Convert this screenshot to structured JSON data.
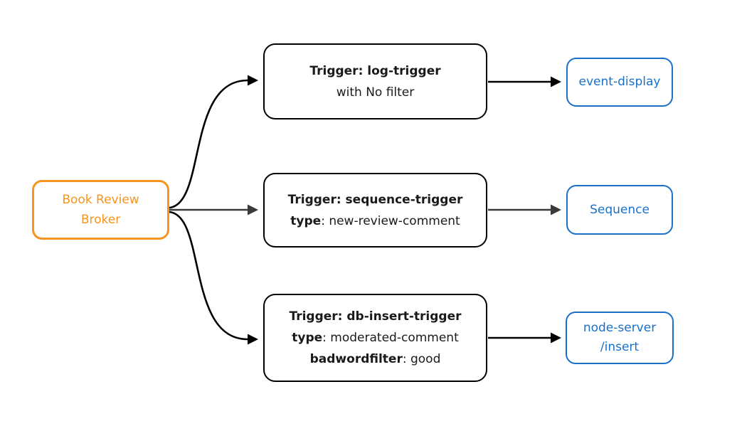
{
  "diagram": {
    "broker": {
      "lines": [
        "Book Review",
        "Broker"
      ]
    },
    "triggers": [
      {
        "heading": "Trigger: log-trigger",
        "rows": [
          {
            "bold": "",
            "text": "with No filter"
          }
        ]
      },
      {
        "heading": "Trigger: sequence-trigger",
        "rows": [
          {
            "bold": "type",
            "text": ": new-review-comment"
          }
        ]
      },
      {
        "heading": "Trigger: db-insert-trigger",
        "rows": [
          {
            "bold": "type",
            "text": ": moderated-comment"
          },
          {
            "bold": "badwordfilter",
            "text": ": good"
          }
        ]
      }
    ],
    "sinks": [
      {
        "lines": [
          "event-display"
        ]
      },
      {
        "lines": [
          "Sequence"
        ]
      },
      {
        "lines": [
          "node-server",
          "/insert"
        ]
      }
    ]
  },
  "colors": {
    "broker_accent": "#f7941e",
    "sink_accent": "#1a70c8",
    "edge_primary": "#000000",
    "edge_secondary": "#3a3a3a",
    "text": "#1a1a1a",
    "background": "#ffffff"
  }
}
